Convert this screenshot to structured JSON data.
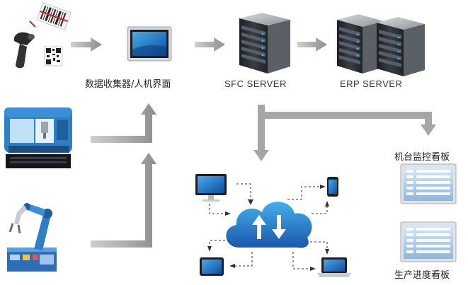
{
  "labels": {
    "collector": "数据收集器/人机界面",
    "sfc": "SFC SERVER",
    "erp": "ERP SERVER",
    "machine_board": "机台监控看板",
    "progress_board": "生产进度看板"
  },
  "icons": [
    "barcode-scanner-icon",
    "qr-code-icon",
    "touch-panel-icon",
    "server-icon",
    "cnc-machine-icon",
    "robot-arm-icon",
    "cloud-icon",
    "desktop-monitor-icon",
    "smartphone-icon",
    "tablet-icon",
    "laptop-icon",
    "dashboard-board-icon"
  ],
  "colors": {
    "arrow": "#9a9a9a",
    "cloud_top": "#3aa0e0",
    "cloud_bottom": "#1d5fb8",
    "machine_blue": "#2f7fc4",
    "screen_blue": "#1f6fc0",
    "server_dark": "#2a2d33",
    "board_blue": "#6fa8dc"
  }
}
